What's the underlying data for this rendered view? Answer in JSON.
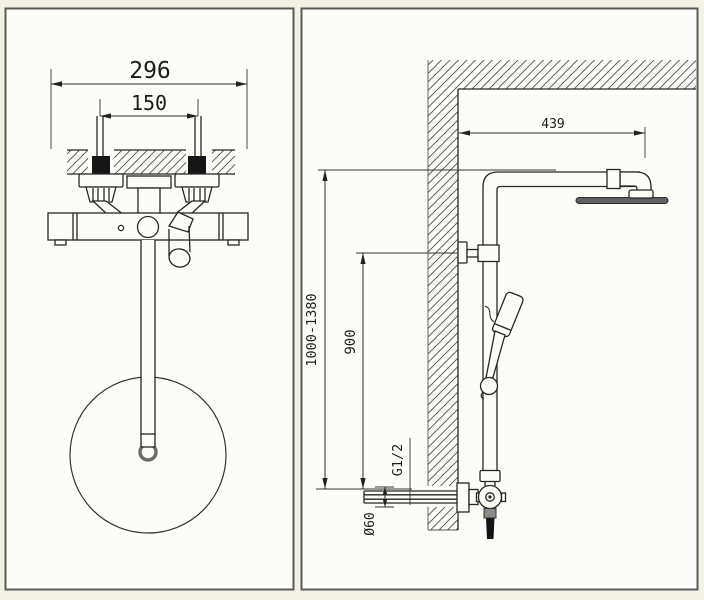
{
  "drawing": {
    "background_color": "#f3f0e6",
    "panel_background": "#fdfcf7",
    "line_color": "#262626",
    "front_view": {
      "overall_width": "296",
      "connection_spacing": "150"
    },
    "side_view": {
      "arm_length": "439",
      "height_range": "1000-1380",
      "inlet_height": "900",
      "thread_size": "G1/2",
      "escutcheon_diameter": "Ø60"
    }
  }
}
